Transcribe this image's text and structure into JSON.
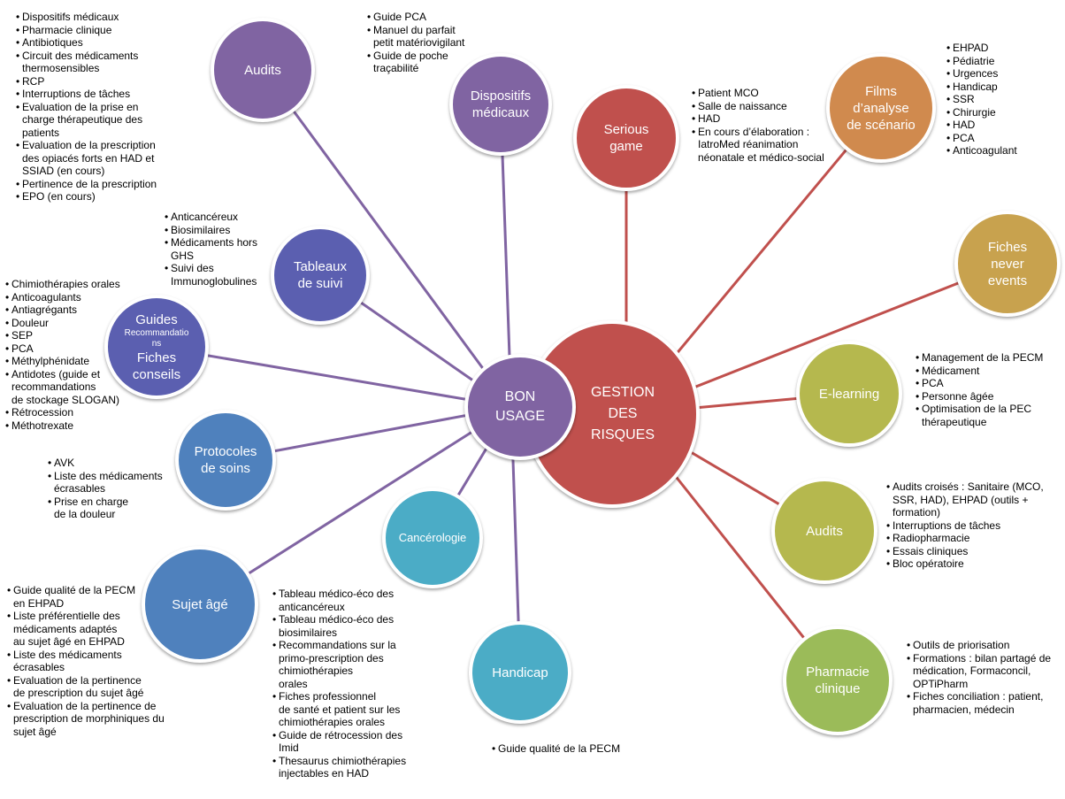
{
  "center": {
    "bon_usage": "BON\nUSAGE",
    "gestion": "GESTION\nDES\nRISQUES"
  },
  "colors": {
    "purple": "#8064a2",
    "indigo": "#5b5fb0",
    "blue": "#4f81bd",
    "teal": "#4bacc6",
    "red": "#c0504d",
    "orange": "#d08a4e",
    "gold": "#c8a24e",
    "olive": "#b5b84e",
    "green": "#9bbb59"
  },
  "bu": {
    "audits": {
      "label": "Audits",
      "items": [
        "Dispositifs médicaux",
        "Pharmacie clinique",
        "Antibiotiques",
        "Circuit des médicaments\nthermosensibles",
        "RCP",
        "Interruptions de tâches",
        "Evaluation de la prise en\ncharge thérapeutique des\npatients",
        "Evaluation de la prescription\ndes opiacés forts en HAD et\nSSIAD (en cours)",
        "Pertinence de la prescription",
        "EPO (en cours)"
      ]
    },
    "dm": {
      "label": "Dispositifs\nmédicaux",
      "items": [
        "Guide PCA",
        "Manuel du parfait\npetit matériovigilant",
        "Guide de poche\ntraçabilité"
      ]
    },
    "tableaux": {
      "label": "Tableaux\nde suivi",
      "items": [
        "Anticancéreux",
        " Biosimilaires",
        "Médicaments hors\nGHS",
        "Suivi des\nImmunoglobulines"
      ]
    },
    "guides": {
      "label1": "Guides",
      "label2": "Recommandatio\nns",
      "label3": "Fiches\nconseils",
      "items": [
        "Chimiothérapies orales",
        "Anticoagulants",
        "Antiagrégants",
        "Douleur",
        "SEP",
        "PCA",
        "Méthylphénidate",
        "Antidotes (guide et\nrecommandations\nde stockage SLOGAN)",
        "Rétrocession",
        " Méthotrexate"
      ]
    },
    "protocoles": {
      "label": "Protocoles\nde soins",
      "items": [
        "AVK",
        "Liste des médicaments\nécrasables",
        "Prise en charge\nde la douleur"
      ]
    },
    "cancerologie": {
      "label": "Cancérologie",
      "items": [
        "Tableau médico-éco des\nanticancéreux",
        "Tableau médico-éco des\nbiosimilaires",
        "Recommandations sur la\nprimo-prescription des\nchimiothérapies\norales",
        "Fiches  professionnel\nde santé et patient sur les\nchimiothérapies  orales",
        "Guide de rétrocession des\nImid",
        "Thesaurus chimiothérapies\ninjectables en HAD"
      ]
    },
    "sujet": {
      "label": "Sujet âgé",
      "items": [
        "Guide qualité de la PECM\nen EHPAD",
        "Liste préférentielle des\nmédicaments adaptés\nau sujet âgé en EHPAD",
        "Liste des médicaments\nécrasables",
        "Evaluation de la pertinence\nde prescription du sujet âgé",
        "Evaluation de la pertinence de\nprescription de morphiniques du\nsujet âgé"
      ]
    },
    "handicap": {
      "label": "Handicap",
      "items": [
        "Guide qualité de la PECM"
      ]
    }
  },
  "gr": {
    "serious": {
      "label": "Serious\ngame",
      "items": [
        "Patient MCO",
        "Salle de naissance",
        "HAD",
        "En cours d’élaboration :\nIatroMed réanimation\nnéonatale et médico-social"
      ]
    },
    "films": {
      "label": "Films\nd’analyse\nde scénario",
      "items": [
        "EHPAD",
        "Pédiatrie",
        "Urgences",
        "Handicap",
        "SSR",
        "Chirurgie",
        "HAD",
        "PCA",
        "Anticoagulant"
      ]
    },
    "fiches": {
      "label": "Fiches\nnever\nevents"
    },
    "elearning": {
      "label": "E-learning",
      "items": [
        "Management de la PECM",
        "Médicament",
        "PCA",
        "Personne âgée",
        "Optimisation de la PEC\nthérapeutique"
      ]
    },
    "audits": {
      "label": "Audits",
      "items": [
        "Audits croisés : Sanitaire (MCO,\nSSR, HAD), EHPAD (outils +\nformation)",
        "Interruptions de tâches",
        "Radiopharmacie",
        "Essais cliniques",
        "Bloc opératoire"
      ]
    },
    "pharma": {
      "label": "Pharmacie\nclinique",
      "items": [
        "Outils de priorisation",
        "Formations : bilan partagé de\nmédication, Formaconcil,\nOPTiPharm",
        "Fiches conciliation : patient,\npharmacien, médecin"
      ]
    }
  }
}
